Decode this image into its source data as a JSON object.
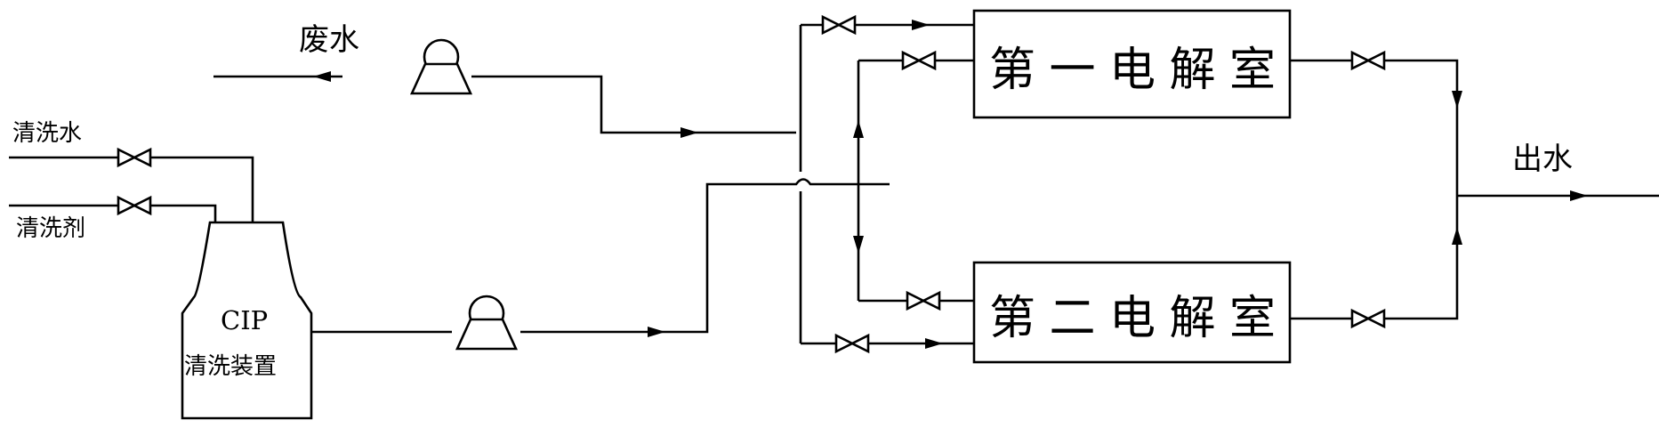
{
  "labels": {
    "wastewater": "废水",
    "cleaning_water": "清洗水",
    "cleaning_agent": "清洗剂",
    "cip_line1": "CIP",
    "cip_line2": "清洗装置",
    "cell1": "第一电解室",
    "cell2": "第二电解室",
    "outlet": "出水"
  }
}
